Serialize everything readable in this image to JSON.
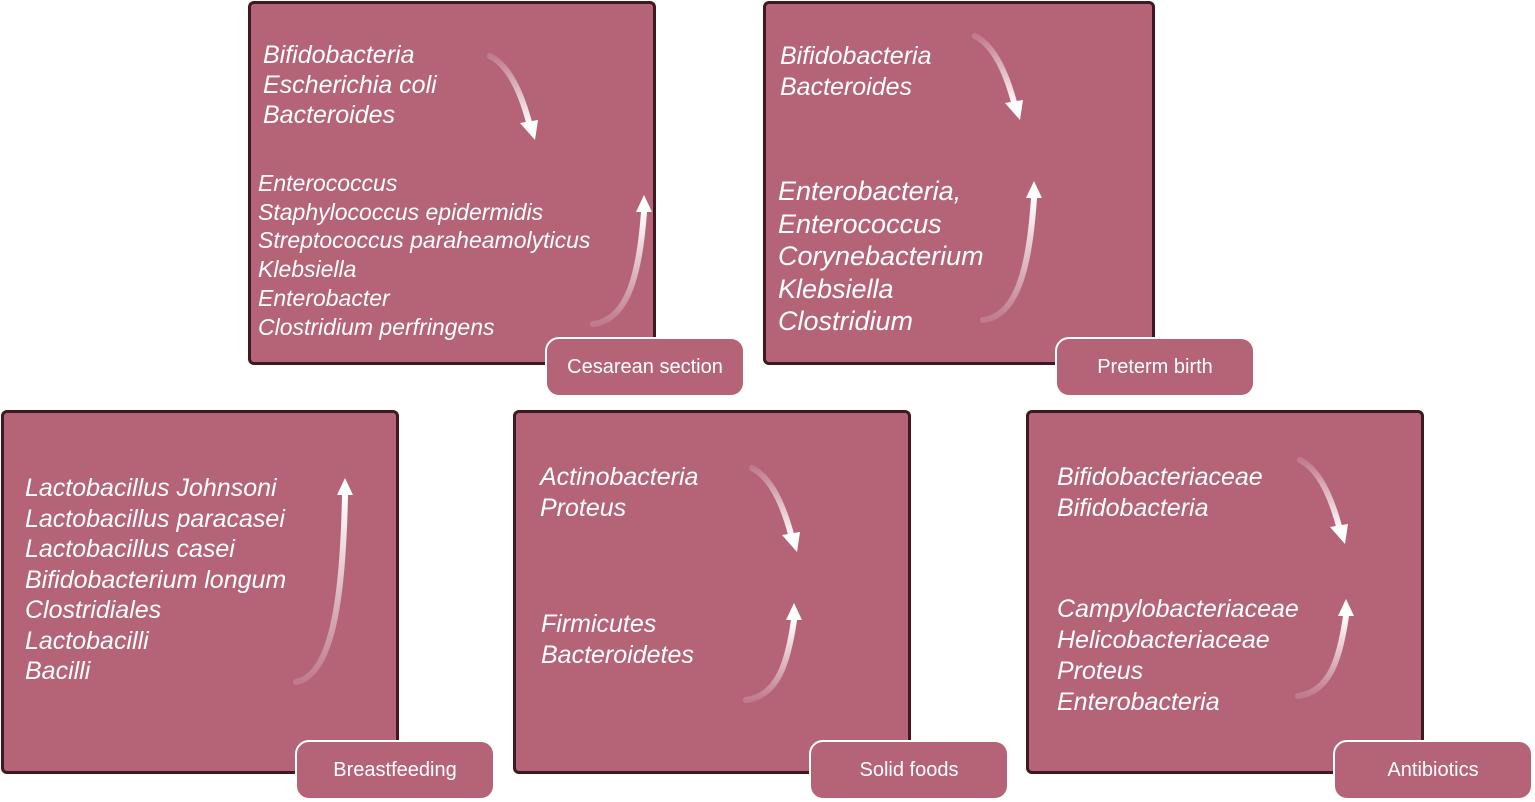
{
  "panels": {
    "cesarean": {
      "label": "Cesarean section",
      "decreased": [
        "Bifidobacteria",
        "Escherichia coli",
        "Bacteroides"
      ],
      "increased": [
        "Enterococcus",
        "Staphylococcus epidermidis",
        "Streptococcus paraheamolyticus",
        "Klebsiella",
        "Enterobacter",
        "Clostridium perfringens"
      ]
    },
    "preterm": {
      "label": "Preterm birth",
      "decreased": [
        "Bifidobacteria",
        "Bacteroides"
      ],
      "increased": [
        "Enterobacteria,",
        "Enterococcus",
        "Corynebacterium",
        "Klebsiella",
        "Clostridium"
      ]
    },
    "breastfeeding": {
      "label": "Breastfeeding",
      "increased": [
        "Lactobacillus Johnsoni",
        "Lactobacillus paracasei",
        "Lactobacillus casei",
        "Bifidobacterium longum",
        "Clostridiales",
        "Lactobacilli",
        "Bacilli"
      ]
    },
    "solid": {
      "label": "Solid foods",
      "decreased": [
        "Actinobacteria",
        "Proteus"
      ],
      "increased": [
        "Firmicutes",
        "Bacteroidetes"
      ]
    },
    "antibiotics": {
      "label": "Antibiotics",
      "decreased": [
        "Bifidobacteriaceae",
        "Bifidobacteria"
      ],
      "increased": [
        "Campylobacteriaceae",
        "Helicobacteriaceae",
        "Proteus",
        "Enterobacteria"
      ]
    }
  },
  "colors": {
    "panel_fill": "#b56477",
    "panel_border": "#3f1922",
    "text": "#ffffff"
  }
}
